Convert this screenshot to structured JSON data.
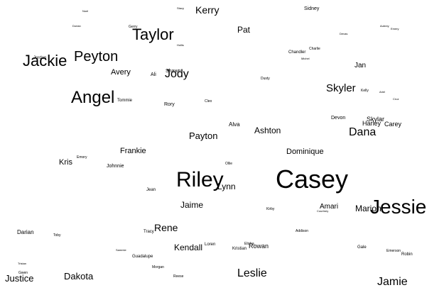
{
  "word_cloud": {
    "text_color": "#000000",
    "background": "#ffffff",
    "words": [
      {
        "text": "Casey",
        "weight": 36
      },
      {
        "text": "Jessie",
        "weight": 28
      },
      {
        "text": "Riley",
        "weight": 30
      },
      {
        "text": "Angel",
        "weight": 24
      },
      {
        "text": "Taylor",
        "weight": 22
      },
      {
        "text": "Jackie",
        "weight": 22
      },
      {
        "text": "Peyton",
        "weight": 20
      },
      {
        "text": "Jody",
        "weight": 16
      },
      {
        "text": "Kerry",
        "weight": 14
      },
      {
        "text": "Dana",
        "weight": 16
      },
      {
        "text": "Skyler",
        "weight": 15
      },
      {
        "text": "Leslie",
        "weight": 16
      },
      {
        "text": "Jamie",
        "weight": 16
      },
      {
        "text": "Rene",
        "weight": 14
      },
      {
        "text": "Justice",
        "weight": 13
      },
      {
        "text": "Dakota",
        "weight": 13
      },
      {
        "text": "Payton",
        "weight": 13
      },
      {
        "text": "Ashton",
        "weight": 12
      },
      {
        "text": "Pat",
        "weight": 12
      },
      {
        "text": "Jaime",
        "weight": 12
      },
      {
        "text": "Kendall",
        "weight": 12
      },
      {
        "text": "Dominique",
        "weight": 11
      },
      {
        "text": "Frankie",
        "weight": 11
      },
      {
        "text": "Lynn",
        "weight": 12
      },
      {
        "text": "Kris",
        "weight": 11
      },
      {
        "text": "Marion",
        "weight": 12
      },
      {
        "text": "Avery",
        "weight": 11
      },
      {
        "text": "Jan",
        "weight": 10
      },
      {
        "text": "Amari",
        "weight": 10
      },
      {
        "text": "Rowan",
        "weight": 9
      },
      {
        "text": "Skylar",
        "weight": 9
      },
      {
        "text": "Harley",
        "weight": 9
      },
      {
        "text": "Carey",
        "weight": 9
      },
      {
        "text": "Sidney",
        "weight": 7
      },
      {
        "text": "Alva",
        "weight": 8
      },
      {
        "text": "Devon",
        "weight": 7
      },
      {
        "text": "Darian",
        "weight": 8
      },
      {
        "text": "Rory",
        "weight": 7
      },
      {
        "text": "Ali",
        "weight": 7
      },
      {
        "text": "Shawn",
        "weight": 7
      },
      {
        "text": "Tommie",
        "weight": 6
      },
      {
        "text": "Johnnie",
        "weight": 7
      },
      {
        "text": "Jean",
        "weight": 6
      },
      {
        "text": "Tracy",
        "weight": 6
      },
      {
        "text": "Guadalupe",
        "weight": 6
      },
      {
        "text": "Morgan",
        "weight": 5
      },
      {
        "text": "Reese",
        "weight": 5
      },
      {
        "text": "Loren",
        "weight": 6
      },
      {
        "text": "Kristian",
        "weight": 6
      },
      {
        "text": "Elisha",
        "weight": 5
      },
      {
        "text": "Addison",
        "weight": 5
      },
      {
        "text": "Gale",
        "weight": 6
      },
      {
        "text": "Emerson",
        "weight": 5
      },
      {
        "text": "Robin",
        "weight": 6
      },
      {
        "text": "Chandler",
        "weight": 6
      },
      {
        "text": "Charlie",
        "weight": 5
      },
      {
        "text": "Michel",
        "weight": 4
      },
      {
        "text": "Devas",
        "weight": 4
      },
      {
        "text": "Aubrey",
        "weight": 4
      },
      {
        "text": "Emery",
        "weight": 4
      },
      {
        "text": "Kelly",
        "weight": 5
      },
      {
        "text": "Ariel",
        "weight": 4
      },
      {
        "text": "Cruz",
        "weight": 4
      },
      {
        "text": "Dusty",
        "weight": 5
      },
      {
        "text": "Cleo",
        "weight": 5
      },
      {
        "text": "Ollie",
        "weight": 5
      },
      {
        "text": "Emory",
        "weight": 5
      },
      {
        "text": "Kirby",
        "weight": 5
      },
      {
        "text": "Courtney",
        "weight": 4
      },
      {
        "text": "Jordan",
        "weight": 6
      },
      {
        "text": "Gerry",
        "weight": 5
      },
      {
        "text": "Dorian",
        "weight": 4
      },
      {
        "text": "Noel",
        "weight": 4
      },
      {
        "text": "Hollis",
        "weight": 4
      },
      {
        "text": "Toby",
        "weight": 5
      },
      {
        "text": "Gwen",
        "weight": 5
      },
      {
        "text": "Tristan",
        "weight": 4
      },
      {
        "text": "Sammie",
        "weight": 4
      },
      {
        "text": "Stacy",
        "weight": 4
      }
    ]
  }
}
